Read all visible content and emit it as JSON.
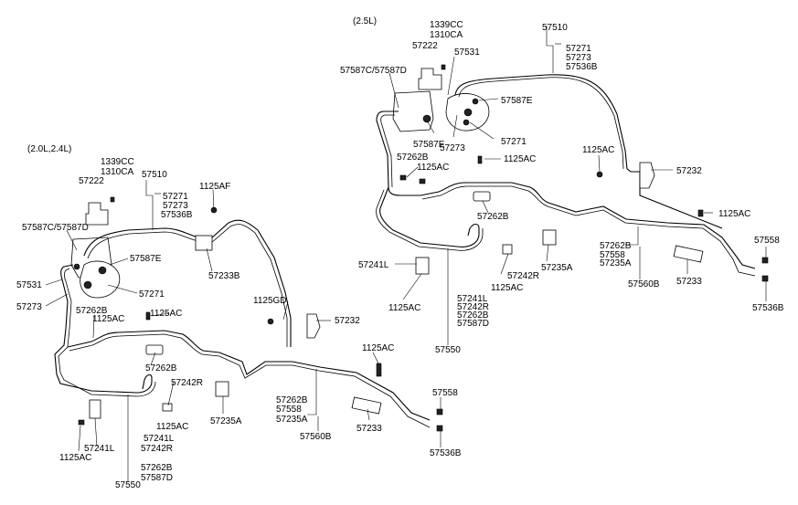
{
  "engine_labels": {
    "right": "(2.5L)",
    "left": "(2.0L,2.4L)"
  },
  "labels_right": [
    {
      "text": "(2.5L)"
    },
    {
      "text": "1339CC"
    },
    {
      "text": "1310CA"
    },
    {
      "text": "57510"
    },
    {
      "text": "57222"
    },
    {
      "text": "57531"
    },
    {
      "text": "57271"
    },
    {
      "text": "57273"
    },
    {
      "text": "57536B"
    },
    {
      "text": "57587C/57587D"
    },
    {
      "text": "57587E"
    },
    {
      "text": "57587E"
    },
    {
      "text": "57273"
    },
    {
      "text": "57271"
    },
    {
      "text": "1125AC"
    },
    {
      "text": "57262B"
    },
    {
      "text": "1125AC"
    },
    {
      "text": "1125AC"
    },
    {
      "text": "57232"
    },
    {
      "text": "57262B"
    },
    {
      "text": "1125AC"
    },
    {
      "text": "57262B"
    },
    {
      "text": "57558"
    },
    {
      "text": "57235A"
    },
    {
      "text": "57558"
    },
    {
      "text": "57241L"
    },
    {
      "text": "57242R"
    },
    {
      "text": "57235A"
    },
    {
      "text": "1125AC"
    },
    {
      "text": "57233"
    },
    {
      "text": "57560B"
    },
    {
      "text": "1125AC"
    },
    {
      "text": "57241L"
    },
    {
      "text": "57242R"
    },
    {
      "text": "57262B"
    },
    {
      "text": "57587D"
    },
    {
      "text": "57536B"
    },
    {
      "text": "57550"
    }
  ],
  "labels_left": [
    {
      "text": "(2.0L,2.4L)"
    },
    {
      "text": "1339CC"
    },
    {
      "text": "1310CA"
    },
    {
      "text": "57510"
    },
    {
      "text": "57222"
    },
    {
      "text": "57271"
    },
    {
      "text": "57273"
    },
    {
      "text": "57536B"
    },
    {
      "text": "1125AF"
    },
    {
      "text": "57587C/57587D"
    },
    {
      "text": "57587E"
    },
    {
      "text": "57531"
    },
    {
      "text": "57233B"
    },
    {
      "text": "57273"
    },
    {
      "text": "57271"
    },
    {
      "text": "1125GD"
    },
    {
      "text": "57262B"
    },
    {
      "text": "1125AC"
    },
    {
      "text": "1125AC"
    },
    {
      "text": "57232"
    },
    {
      "text": "57262B"
    },
    {
      "text": "1125AC"
    },
    {
      "text": "57242R"
    },
    {
      "text": "57262B"
    },
    {
      "text": "57558"
    },
    {
      "text": "57558"
    },
    {
      "text": "57235A"
    },
    {
      "text": "1125AC"
    },
    {
      "text": "57235A"
    },
    {
      "text": "57233"
    },
    {
      "text": "57241L"
    },
    {
      "text": "57241L"
    },
    {
      "text": "57242R"
    },
    {
      "text": "1125AC"
    },
    {
      "text": "57262B"
    },
    {
      "text": "57560B"
    },
    {
      "text": "57536B"
    },
    {
      "text": "57587D"
    },
    {
      "text": "57550"
    }
  ]
}
